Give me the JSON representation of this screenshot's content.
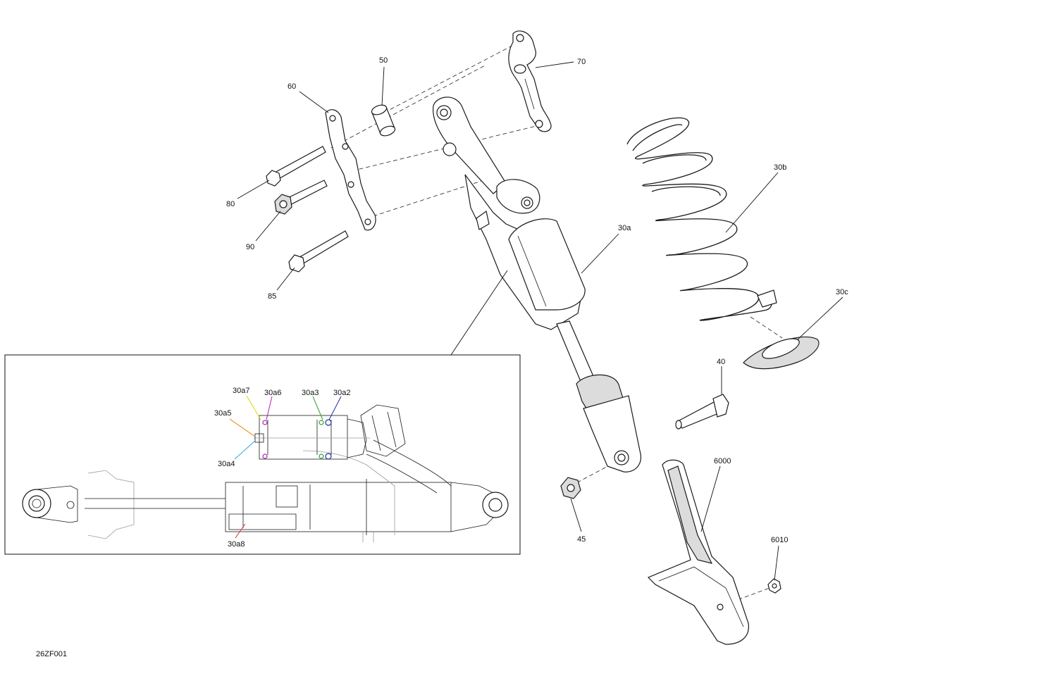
{
  "drawing_code": "26ZF001",
  "callouts": {
    "p50": "50",
    "p60": "60",
    "p70": "70",
    "p80": "80",
    "p90": "90",
    "p85": "85",
    "p30a": "30a",
    "p30b": "30b",
    "p30c": "30c",
    "p40": "40",
    "p45": "45",
    "p6000": "6000",
    "p6010": "6010"
  },
  "detail_callouts": {
    "a7": "30a7",
    "a6": "30a6",
    "a3": "30a3",
    "a2": "30a2",
    "a5": "30a5",
    "a4": "30a4",
    "a8": "30a8"
  },
  "colors": {
    "a7": "#e6d200",
    "a6": "#b020b0",
    "a3": "#30a030",
    "a2": "#2030a0",
    "a5": "#f07800",
    "a4": "#30a8e0",
    "a8": "#e03030"
  }
}
